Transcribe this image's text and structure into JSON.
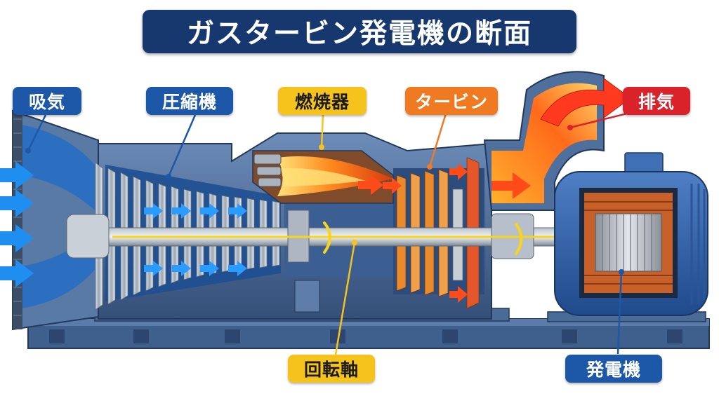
{
  "title": "ガスタービン発電機の断面",
  "labels": {
    "intake": "吸気",
    "compressor": "圧縮機",
    "combustor": "燃焼器",
    "turbine": "タービン",
    "exhaust": "排気",
    "shaft": "回転軸",
    "generator": "発電機"
  },
  "colors": {
    "title_bg": "#17386e",
    "label_blue": "#1d57a8",
    "label_yellow": "#f6c21c",
    "label_orange": "#f07a22",
    "label_red": "#d9222a",
    "air_flow": "#1e8ff0",
    "flame": "#ff7a1a",
    "shaft": "#f6d51c",
    "casing": "#4d6e99"
  }
}
